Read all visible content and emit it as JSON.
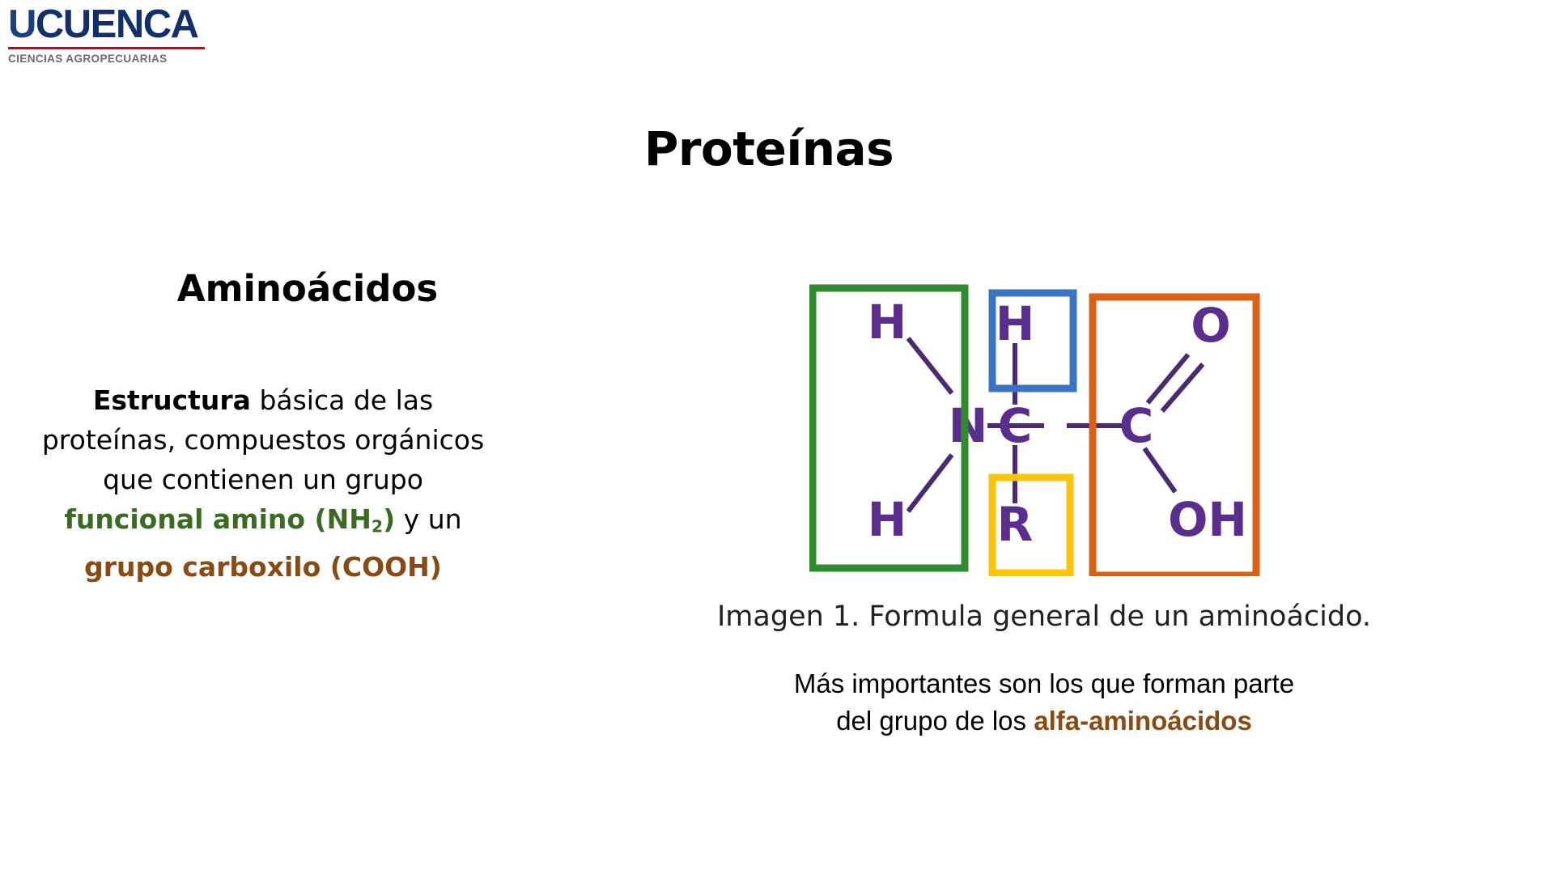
{
  "logo": {
    "name_first": "U",
    "name_rest": "CUENCA",
    "faculty": "CIENCIAS AGROPECUARIAS",
    "navy": "#14306b",
    "red_rule": "#a31621",
    "gray": "#6a6a6a"
  },
  "slide": {
    "title": "Proteínas",
    "section_title": "Aminoácidos",
    "body": {
      "lead_bold": "Estructura",
      "part1": " básica de las proteínas, compuestos orgánicos que contienen un grupo ",
      "green1": "funcional amino (NH",
      "green_sub": "2",
      "green2": ")",
      "part2": " y un ",
      "brown": "grupo carboxilo (COOH)",
      "green_color": "#3a6b22",
      "brown_color": "#8b4a12"
    },
    "figure_caption": "Imagen 1. Formula general de un aminoácido.",
    "note": {
      "line1": "Más importantes son los que forman parte",
      "line2_plain": "del grupo de los ",
      "line2_accent": "alfa-aminoácidos"
    }
  },
  "diagram": {
    "type": "chemical-structure",
    "description": "Formula general de un aminoácido",
    "atom_color": "#5b2d8e",
    "bond_color": "#4a2a75",
    "atoms": {
      "amino_h_top": "H",
      "amino_n": "N",
      "amino_h_bottom": "H",
      "alpha_h": "H",
      "alpha_c": "C",
      "side_r": "R",
      "carboxyl_c": "C",
      "carboxyl_o": "O",
      "carboxyl_oh": "OH"
    },
    "groups": [
      {
        "name": "amino-group",
        "label": "H-N-H",
        "color": "#2e8b2e"
      },
      {
        "name": "alpha-hydrogen",
        "label": "H",
        "color": "#3b73c4"
      },
      {
        "name": "side-chain",
        "label": "R",
        "color": "#fdc40c"
      },
      {
        "name": "carboxyl-group",
        "label": "COOH",
        "color": "#dc6014"
      }
    ]
  }
}
